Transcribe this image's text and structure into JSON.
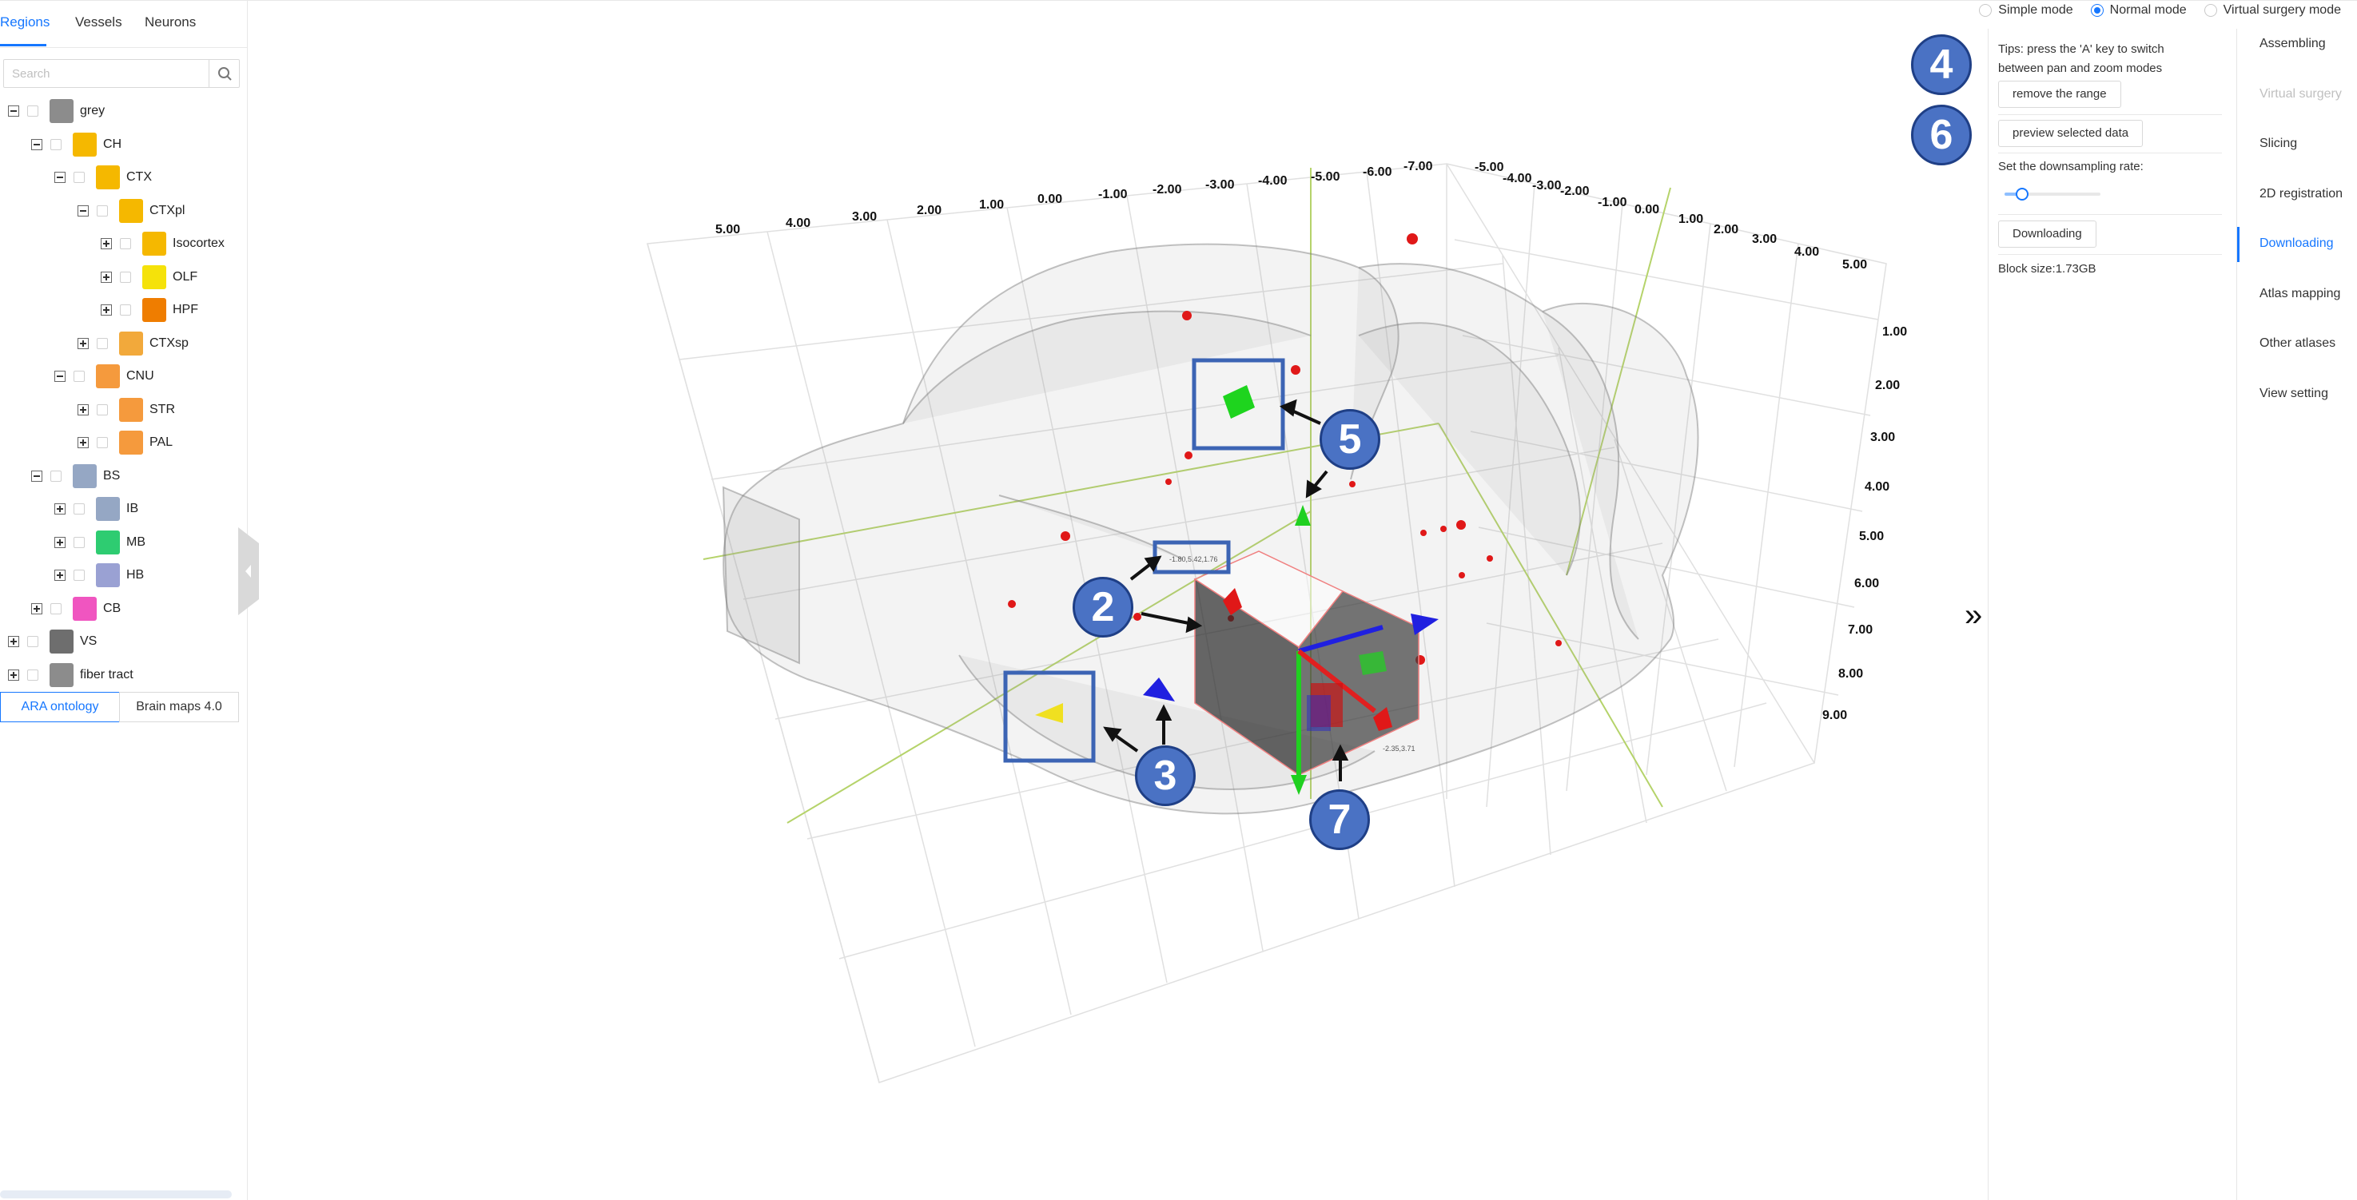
{
  "left_panel": {
    "tabs": [
      "Regions",
      "Vessels",
      "Neurons"
    ],
    "search_placeholder": "Search",
    "tree": [
      {
        "label": "grey",
        "color": "#8c8c8c",
        "expanded": true
      },
      {
        "label": "CH",
        "color": "#f5b800",
        "expanded": true
      },
      {
        "label": "CTX",
        "color": "#f5b800",
        "expanded": true
      },
      {
        "label": "CTXpl",
        "color": "#f5b800",
        "expanded": true
      },
      {
        "label": "Isocortex",
        "color": "#f5b800",
        "expanded": false
      },
      {
        "label": "OLF",
        "color": "#f5e20a",
        "expanded": false
      },
      {
        "label": "HPF",
        "color": "#ef7d00",
        "expanded": false
      },
      {
        "label": "CTXsp",
        "color": "#f2a93b",
        "expanded": false
      },
      {
        "label": "CNU",
        "color": "#f59a3d",
        "expanded": true
      },
      {
        "label": "STR",
        "color": "#f59a3d",
        "expanded": false
      },
      {
        "label": "PAL",
        "color": "#f59a3d",
        "expanded": false
      },
      {
        "label": "BS",
        "color": "#95a7c4",
        "expanded": true
      },
      {
        "label": "IB",
        "color": "#95a7c4",
        "expanded": false
      },
      {
        "label": "MB",
        "color": "#2ecc71",
        "expanded": false
      },
      {
        "label": "HB",
        "color": "#9aa1d3",
        "expanded": false
      },
      {
        "label": "CB",
        "color": "#f055c0",
        "expanded": false
      },
      {
        "label": "VS",
        "color": "#6e6e6e",
        "expanded": false
      },
      {
        "label": "fiber tract",
        "color": "#8c8c8c",
        "expanded": false
      }
    ],
    "ontology_tabs": [
      "ARA ontology",
      "Brain maps 4.0"
    ]
  },
  "modes": [
    "Simple mode",
    "Normal mode",
    "Virtual surgery mode"
  ],
  "selected_mode": "Normal mode",
  "control_panel": {
    "tip": "Tips: press the 'A' key to switch between pan and zoom modes",
    "remove_range": "remove the range",
    "preview": "preview selected data",
    "downsampling_label": "Set the downsampling rate:",
    "downsampling_level": 0.15,
    "download_button": "Downloading",
    "block_size": "Block size:1.73GB"
  },
  "right_menu": [
    "Assembling",
    "Virtual surgery",
    "Slicing",
    "2D registration",
    "Downloading",
    "Atlas mapping",
    "Other atlases",
    "View setting"
  ],
  "right_menu_active": "Downloading",
  "right_menu_disabled": "Virtual surgery",
  "viewer": {
    "top_axis_left": [
      "5.00",
      "4.00",
      "3.00",
      "2.00",
      "1.00",
      "0.00",
      "-1.00",
      "-2.00",
      "-3.00",
      "-4.00",
      "-5.00",
      "-6.00",
      "-7.00"
    ],
    "top_axis_right": [
      "-5.00",
      "-4.00",
      "-3.00",
      "-2.00",
      "-1.00",
      "0.00",
      "1.00",
      "2.00",
      "3.00",
      "4.00",
      "5.00"
    ],
    "right_axis": [
      "1.00",
      "2.00",
      "3.00",
      "4.00",
      "5.00",
      "6.00",
      "7.00",
      "8.00",
      "9.00"
    ],
    "coord_label_top": "-1.80,5.42,1.76",
    "coord_label_bottom": "-2.35,3.71",
    "expand_glyph": "»"
  },
  "badges": [
    "2",
    "3",
    "4",
    "5",
    "6",
    "7"
  ]
}
